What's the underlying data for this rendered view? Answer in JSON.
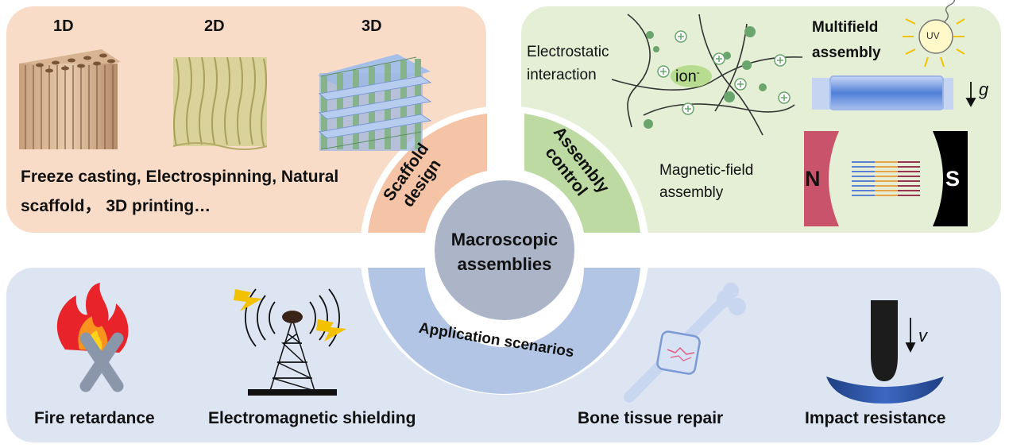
{
  "scaffold": {
    "labels": [
      "1D",
      "2D",
      "3D"
    ],
    "methods_line1": "Freeze casting, Electrospinning, Natural",
    "methods_line2": "scaffold， 3D printing…",
    "ring_label_1": "Scaffold",
    "ring_label_2": "design",
    "colors": {
      "panel": "#f9dcc8",
      "ring": "#f5c3a5"
    }
  },
  "assembly": {
    "electrostatic_1": "Electrostatic",
    "electrostatic_2": "interaction",
    "ion_label": "ion",
    "ion_superscript": "-",
    "multifield_1": "Multifield",
    "multifield_2": "assembly",
    "uv_label": "UV",
    "gravity_symbol": "g",
    "magnetic_1": "Magnetic-field",
    "magnetic_2": "assembly",
    "north_label": "N",
    "south_label": "S",
    "ring_label_1": "Assembly",
    "ring_label_2": "control",
    "colors": {
      "panel": "#e4efd6",
      "ring": "#bcdaa2"
    }
  },
  "center": {
    "title_1": "Macroscopic",
    "title_2": "assemblies",
    "color": "#acb5c8"
  },
  "applications": {
    "ring_label": "Application scenarios",
    "items": [
      "Fire retardance",
      "Electromagnetic shielding",
      "Bone tissue repair",
      "Impact resistance"
    ],
    "velocity_symbol": "v",
    "colors": {
      "panel": "#dde4f2",
      "ring": "#b3c5e5"
    }
  }
}
